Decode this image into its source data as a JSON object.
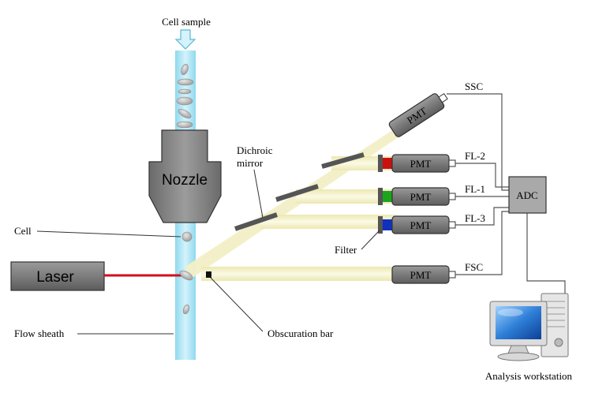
{
  "labels": {
    "cell_sample": "Cell sample",
    "nozzle": "Nozzle",
    "cell": "Cell",
    "laser": "Laser",
    "flow_sheath": "Flow sheath",
    "obscuration_bar": "Obscuration bar",
    "dichroic_mirror_line1": "Dichroic",
    "dichroic_mirror_line2": "mirror",
    "filter": "Filter",
    "adc": "ADC",
    "analysis_workstation": "Analysis workstation"
  },
  "detectors": [
    {
      "label": "PMT",
      "channel": "SSC"
    },
    {
      "label": "PMT",
      "channel": "FL-2",
      "filter_color": "#cc1010"
    },
    {
      "label": "PMT",
      "channel": "FL-1",
      "filter_color": "#1aa51a"
    },
    {
      "label": "PMT",
      "channel": "FL-3",
      "filter_color": "#1030c0"
    },
    {
      "label": "PMT",
      "channel": "FSC"
    }
  ],
  "colors": {
    "flow_stream": "#aee6f5",
    "laser_beam": "#d0101e",
    "light_path": "#f3f0c4",
    "pmt_body": "#808080",
    "mirror": "#555555"
  }
}
